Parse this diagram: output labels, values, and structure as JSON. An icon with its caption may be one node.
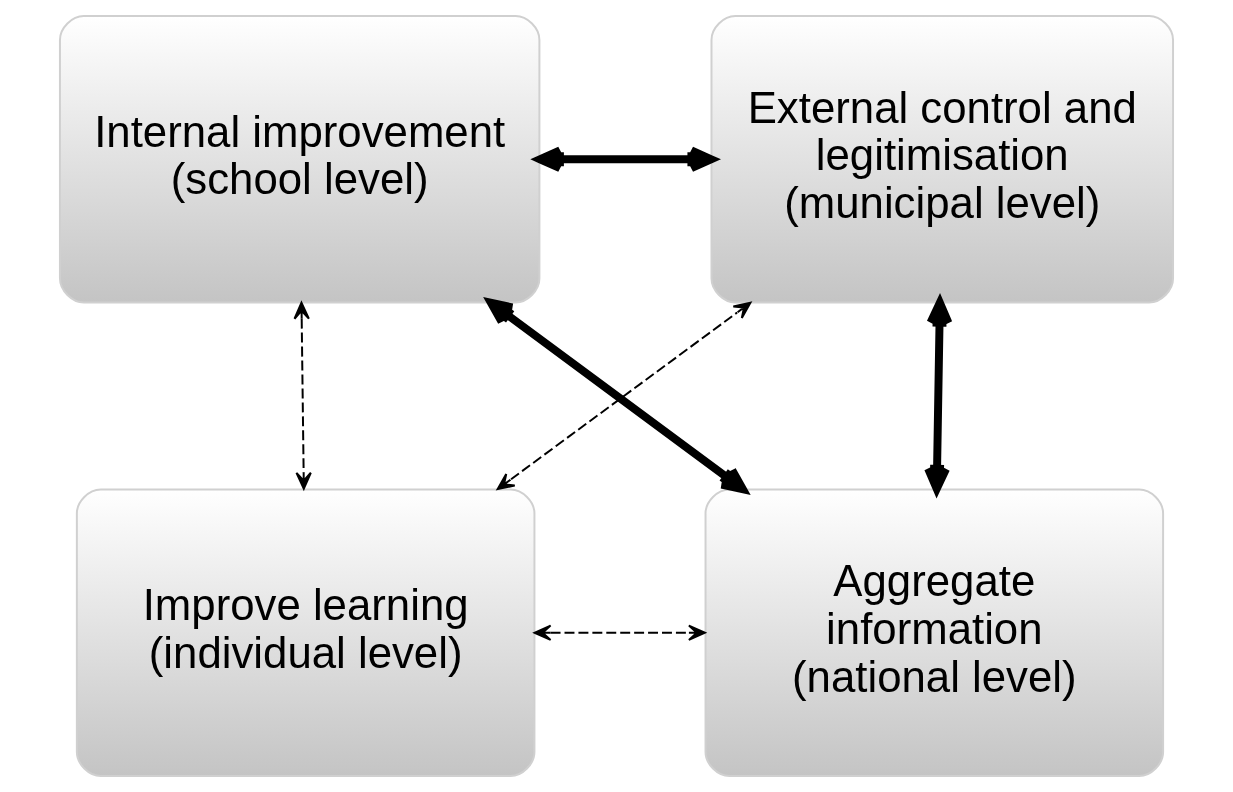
{
  "diagram": {
    "nodes": [
      {
        "text": [
          "Internal improvement (school level)"
        ]
      },
      {
        "text": [
          "External control and legitimisation (municipal level)"
        ]
      },
      {
        "text": [
          "Improve learning (individual level)"
        ]
      },
      {
        "text": [
          "Aggregate information (national level)"
        ]
      }
    ],
    "edges": [
      {
        "from": 0,
        "to": 1,
        "arrow": "both",
        "style": "thick"
      },
      {
        "from": 0,
        "to": 3,
        "arrow": "both",
        "style": "thick"
      },
      {
        "from": 1,
        "to": 3,
        "arrow": "both",
        "style": "thick"
      },
      {
        "from": 0,
        "to": 2,
        "arrow": "both",
        "style": "dashed"
      },
      {
        "from": 2,
        "to": 1,
        "arrow": "both",
        "style": "dashed"
      },
      {
        "from": 2,
        "to": 3,
        "arrow": "both",
        "style": "dashed"
      }
    ]
  }
}
